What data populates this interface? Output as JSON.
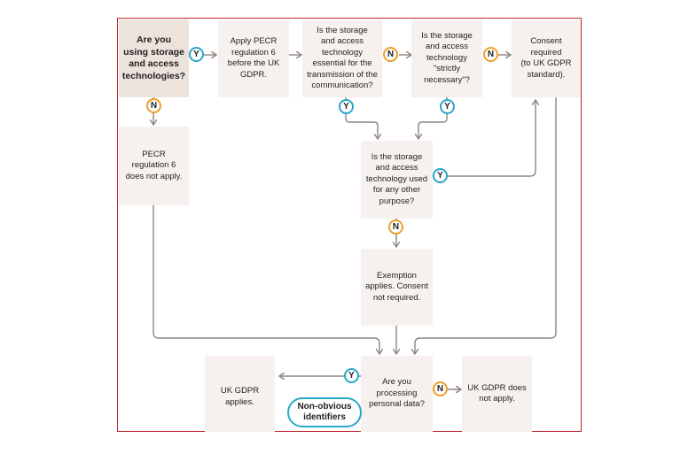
{
  "nodes": {
    "start": "Are you\nusing storage\nand access\ntechnologies?",
    "pecr_apply": "Apply PECR\nregulation 6\nbefore the UK\nGDPR.",
    "essential": "Is the storage\nand access\ntechnology\nessential for the\ntransmission of the\ncommunication?",
    "strictly": "Is the storage\nand access\ntechnology\n\"strictly\nnecessary\"?",
    "consent": "Consent\nrequired\n(to UK GDPR\nstandard).",
    "pecr_not": "PECR\nregulation 6\ndoes not apply.",
    "other_purpose": "Is the storage\nand access\ntechnology used\nfor any other\npurpose?",
    "exemption": "Exemption\napplies. Consent\nnot required.",
    "personal_data": "Are you\nprocessing\npersonal data?",
    "gdpr_applies": "UK GDPR\napplies.",
    "gdpr_not": "UK GDPR does\nnot apply.",
    "non_obvious": "Non-obvious\nidentifiers"
  },
  "answers": {
    "yes": "Y",
    "no": "N"
  },
  "colors": {
    "border": "#c0272d",
    "box": "#f6f1ee",
    "start_box": "#ece3dc",
    "line": "#8d8580",
    "yes": "#2aa7c9",
    "no": "#eba02c"
  }
}
